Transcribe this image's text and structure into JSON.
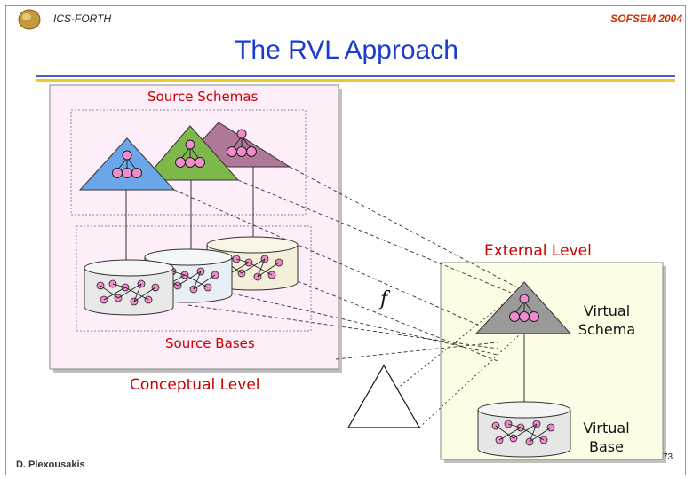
{
  "header": {
    "left_text": "ICS-FORTH",
    "right_text": "SOFSEM 2004"
  },
  "slide": {
    "title": "The RVL Approach"
  },
  "diagram": {
    "source_schemas_label": "Source Schemas",
    "external_level_label": "External Level",
    "function_label": "f",
    "virtual_schema_label": "Virtual\nSchema",
    "source_bases_label": "Source Bases",
    "conceptual_level_label": "Conceptual Level",
    "virtual_base_label": "Virtual\nBase"
  },
  "footer": {
    "author": "D. Plexousakis",
    "page_number": "73"
  },
  "colors": {
    "title": "#1a3ccc",
    "accent_label": "#cc0000",
    "schema_blue": "#6aa6e8",
    "schema_green": "#7fb84a",
    "schema_purple": "#b07898",
    "virtual_schema_gray": "#9a9a9a",
    "conceptual_panel": "#fdeefa",
    "external_panel": "#fdfce4",
    "node_fill": "#f08ccc"
  }
}
